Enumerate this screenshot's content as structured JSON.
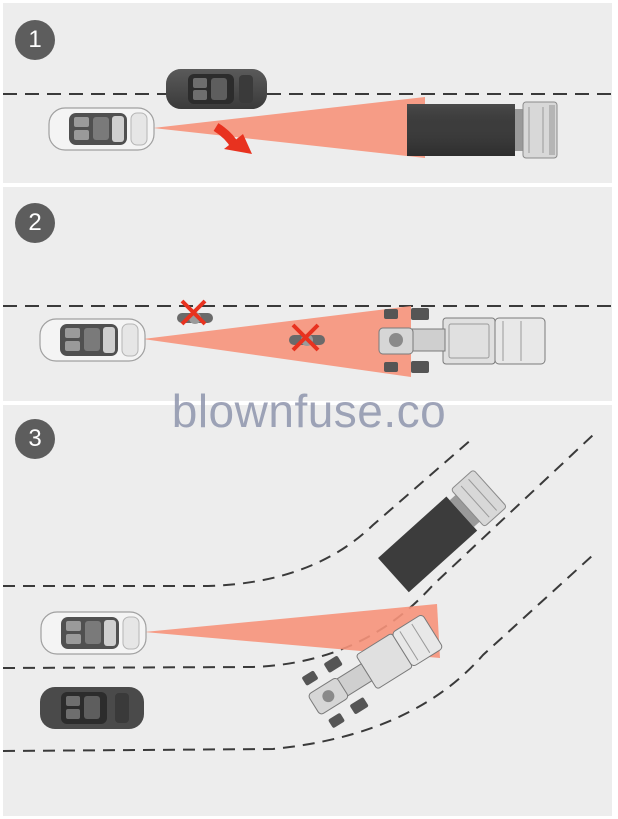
{
  "panels": [
    {
      "number": "1"
    },
    {
      "number": "2"
    },
    {
      "number": "3"
    }
  ],
  "watermark": "blownfuse.co",
  "colors": {
    "panel_background": "#ededed",
    "badge": "#5d5d5d",
    "detection_cone": "#f6927a",
    "evade_arrow": "#e8321f",
    "cross_mark": "#e8321f",
    "lane_dash": "#3a3a3a"
  },
  "icons": [
    "white-car-icon",
    "dark-car-icon",
    "truck-icon",
    "motorcycle-icon",
    "tractor-icon",
    "cross-icon",
    "evade-arrow-icon"
  ]
}
